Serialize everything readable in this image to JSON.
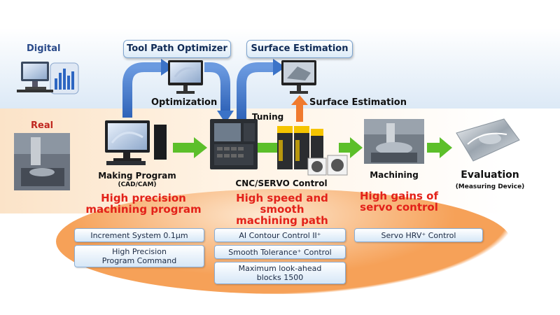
{
  "zones": {
    "digital": "Digital",
    "real": "Real"
  },
  "top_boxes": {
    "tool_path": "Tool Path Optimizer",
    "surface": "Surface Estimation"
  },
  "flow": {
    "optimization": "Optimization",
    "tuning": "Tuning",
    "surface_estimation": "Surface Estimation",
    "making_program": "Making Program",
    "making_program_sub": "(CAD/CAM)",
    "cnc_servo": "CNC/SERVO Control",
    "machining": "Machining",
    "evaluation": "Evaluation",
    "evaluation_sub": "(Measuring Device)"
  },
  "highlights": {
    "program": [
      "High precision",
      "machining program"
    ],
    "cnc": [
      "High speed and",
      "smooth",
      "machining path"
    ],
    "servo": [
      "High gains of",
      "servo control"
    ]
  },
  "features": {
    "increment": "Increment System 0.1μm",
    "program_cmd": [
      "High Precision",
      "Program Command"
    ],
    "ai_contour": "AI Contour Control II⁺",
    "smooth_tol": "Smooth Tolerance⁺ Control",
    "lookahead": [
      "Maximum look-ahead",
      "blocks 1500"
    ],
    "servo_hrv": "Servo HRV⁺ Control"
  },
  "colors": {
    "arrow_green": "#5cbf2a",
    "arrow_blue": "#3b73c8",
    "arrow_orange": "#f07a2e",
    "highlight_red": "#e32119"
  }
}
